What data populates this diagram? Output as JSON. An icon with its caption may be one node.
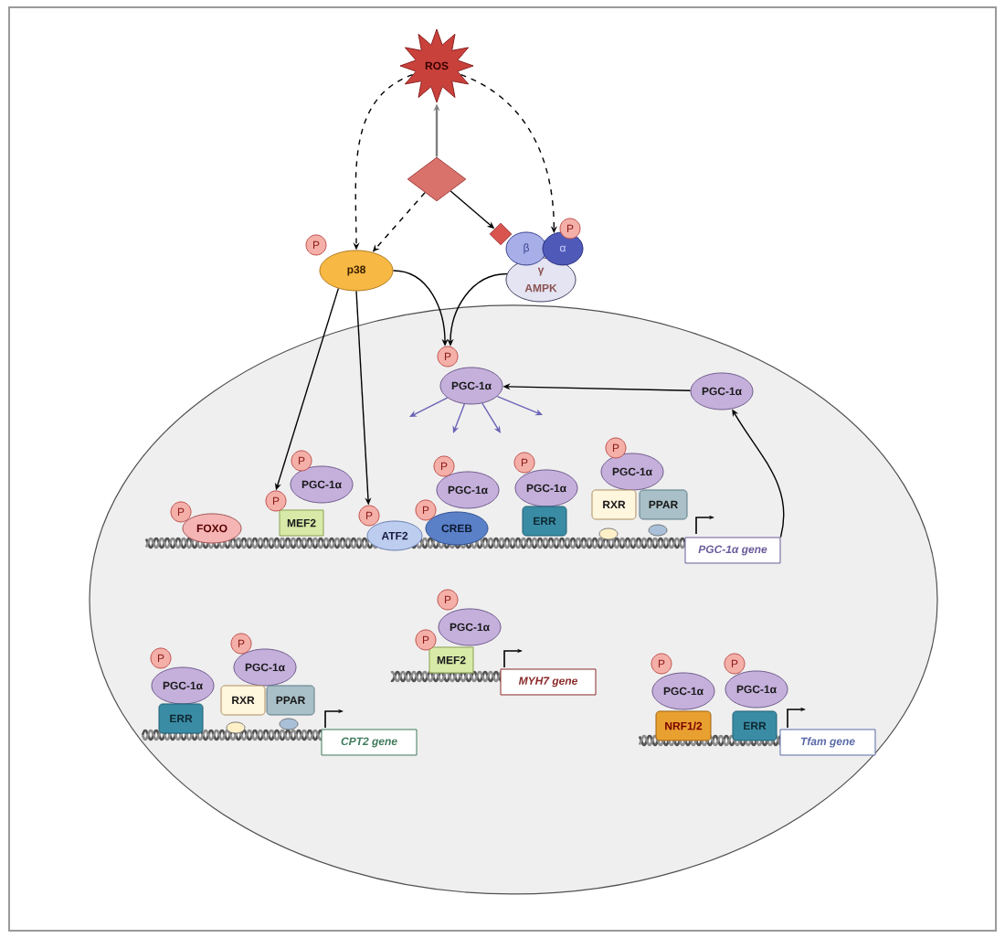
{
  "diagram": {
    "nodes": [
      {
        "text": [
          "ROS"
        ]
      },
      {
        "text": [],
        "shape": "diamond"
      },
      {
        "text": [
          "P"
        ]
      },
      {
        "text": [
          "p38"
        ]
      },
      {
        "text": [],
        "shape": "diamond"
      },
      {
        "text": [
          "β"
        ]
      },
      {
        "text": [
          "α"
        ]
      },
      {
        "text": [
          "P"
        ]
      },
      {
        "text": [
          "γ AMPK"
        ]
      },
      {
        "text": [
          "P"
        ]
      },
      {
        "text": [
          "PGC-1α"
        ]
      },
      {
        "text": [
          "PGC-1α"
        ]
      },
      {
        "text": [
          "P"
        ]
      },
      {
        "text": [
          "FOXO"
        ]
      },
      {
        "text": [
          "P"
        ]
      },
      {
        "text": [
          "PGC-1α"
        ]
      },
      {
        "text": [
          "P"
        ]
      },
      {
        "text": [
          "MEF2"
        ]
      },
      {
        "text": [
          "P"
        ]
      },
      {
        "text": [
          "ATF2"
        ]
      },
      {
        "text": [
          "P"
        ]
      },
      {
        "text": [
          "PGC-1α"
        ]
      },
      {
        "text": [
          "P"
        ]
      },
      {
        "text": [
          "CREB"
        ]
      },
      {
        "text": [
          "P"
        ]
      },
      {
        "text": [
          "PGC-1α"
        ]
      },
      {
        "text": [
          "ERR"
        ]
      },
      {
        "text": [
          "P"
        ]
      },
      {
        "text": [
          "PGC-1α"
        ]
      },
      {
        "text": [
          "RXR"
        ]
      },
      {
        "text": [
          "PPAR"
        ]
      },
      {
        "text": [
          "PGC-1α gene"
        ]
      },
      {
        "text": [
          "P"
        ]
      },
      {
        "text": [
          "PGC-1α"
        ]
      },
      {
        "text": [
          "ERR"
        ]
      },
      {
        "text": [
          "P"
        ]
      },
      {
        "text": [
          "PGC-1α"
        ]
      },
      {
        "text": [
          "RXR"
        ]
      },
      {
        "text": [
          "PPAR"
        ]
      },
      {
        "text": [
          "CPT2 gene"
        ]
      },
      {
        "text": [
          "P"
        ]
      },
      {
        "text": [
          "PGC-1α"
        ]
      },
      {
        "text": [
          "P"
        ]
      },
      {
        "text": [
          "MEF2"
        ]
      },
      {
        "text": [
          "MYH7 gene"
        ]
      },
      {
        "text": [
          "P"
        ]
      },
      {
        "text": [
          "PGC-1α"
        ]
      },
      {
        "text": [
          "NRF1/2"
        ]
      },
      {
        "text": [
          "P"
        ]
      },
      {
        "text": [
          "PGC-1α"
        ]
      },
      {
        "text": [
          "ERR"
        ]
      },
      {
        "text": [
          "Tfam gene"
        ]
      }
    ],
    "edges": [
      {
        "from": 1,
        "to": 0,
        "arrow": "to",
        "color": "#7f7f7f"
      },
      {
        "from": 0,
        "to": 3,
        "arrow": "to",
        "style": "dashed"
      },
      {
        "from": 0,
        "to": 6,
        "arrow": "to",
        "style": "dashed"
      },
      {
        "from": 1,
        "to": 3,
        "arrow": "to",
        "style": "dashed"
      },
      {
        "from": 1,
        "to": 4,
        "arrow": "to"
      },
      {
        "from": 3,
        "to": 9,
        "arrow": "to"
      },
      {
        "from": 8,
        "to": 9,
        "arrow": "to"
      },
      {
        "from": 3,
        "to": 16,
        "arrow": "to"
      },
      {
        "from": 3,
        "to": 18,
        "arrow": "to"
      },
      {
        "from": 10,
        "to": null,
        "arrow": "to",
        "color": "#6a63b5"
      },
      {
        "from": 10,
        "to": null,
        "arrow": "to",
        "color": "#6a63b5"
      },
      {
        "from": 10,
        "to": null,
        "arrow": "to",
        "color": "#6a63b5"
      },
      {
        "from": 10,
        "to": null,
        "arrow": "to",
        "color": "#6a63b5"
      },
      {
        "from": 11,
        "to": 10,
        "arrow": "to"
      },
      {
        "from": 31,
        "to": 11,
        "arrow": "to"
      }
    ]
  }
}
